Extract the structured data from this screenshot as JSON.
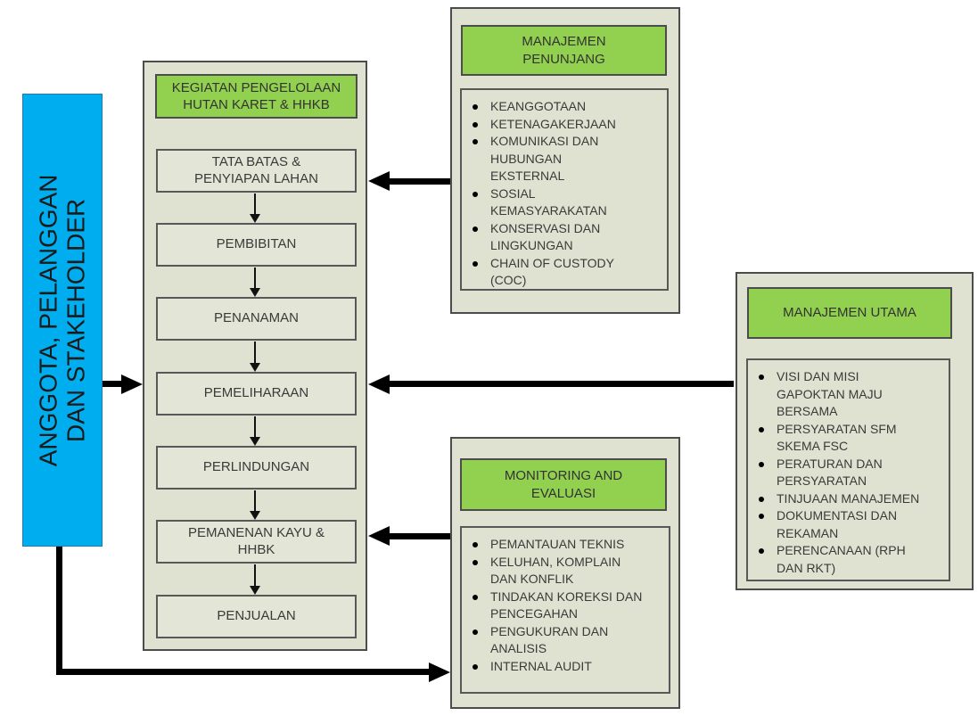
{
  "palette": {
    "header_green": "#92d050",
    "panel_sage": "#dfe2d1",
    "stepbox_fill": "#e3e5d7",
    "stakeholder_blue": "#00aeef",
    "arrow_black": "#000000",
    "border_dark": "#4c4c4c"
  },
  "stakeholder": {
    "label": "ANGGOTA, PELANGGAN\nDAN STAKEHOLDER"
  },
  "process": {
    "title": "KEGIATAN PENGELOLAAN\nHUTAN KARET & HHKB",
    "steps": [
      {
        "label": "TATA BATAS &\nPENYIAPAN LAHAN"
      },
      {
        "label": "PEMBIBITAN"
      },
      {
        "label": "PENANAMAN"
      },
      {
        "label": "PEMELIHARAAN"
      },
      {
        "label": "PERLINDUNGAN"
      },
      {
        "label": "PEMANENAN KAYU &\nHHBK"
      },
      {
        "label": "PENJUALAN"
      }
    ]
  },
  "support_management": {
    "title": "MANAJEMEN\nPENUNJANG",
    "items": [
      {
        "label": "KEANGGOTAAN"
      },
      {
        "label": "KETENAGAKERJAAN"
      },
      {
        "label": "KOMUNIKASI DAN\nHUBUNGAN\nEKSTERNAL"
      },
      {
        "label": "SOSIAL\nKEMASYARAKATAN"
      },
      {
        "label": "KONSERVASI DAN\nLINGKUNGAN"
      },
      {
        "label": "CHAIN OF CUSTODY\n(COC)"
      }
    ]
  },
  "main_management": {
    "title": "MANAJEMEN UTAMA",
    "items": [
      {
        "label": "VISI DAN MISI\nGAPOKTAN MAJU\nBERSAMA"
      },
      {
        "label": "PERSYARATAN SFM\nSKEMA FSC"
      },
      {
        "label": "PERATURAN DAN\nPERSYARATAN"
      },
      {
        "label": "TINJUAAN MANAJEMEN"
      },
      {
        "label": "DOKUMENTASI DAN\nREKAMAN"
      },
      {
        "label": "PERENCANAAN (RPH\nDAN RKT)"
      }
    ]
  },
  "monitoring": {
    "title": "MONITORING AND\nEVALUASI",
    "items": [
      {
        "label": "PEMANTAUAN TEKNIS"
      },
      {
        "label": "KELUHAN, KOMPLAIN\nDAN KONFLIK"
      },
      {
        "label": "TINDAKAN KOREKSI DAN\nPENCEGAHAN"
      },
      {
        "label": "PENGUKURAN DAN\nANALISIS"
      },
      {
        "label": "INTERNAL AUDIT"
      }
    ]
  }
}
